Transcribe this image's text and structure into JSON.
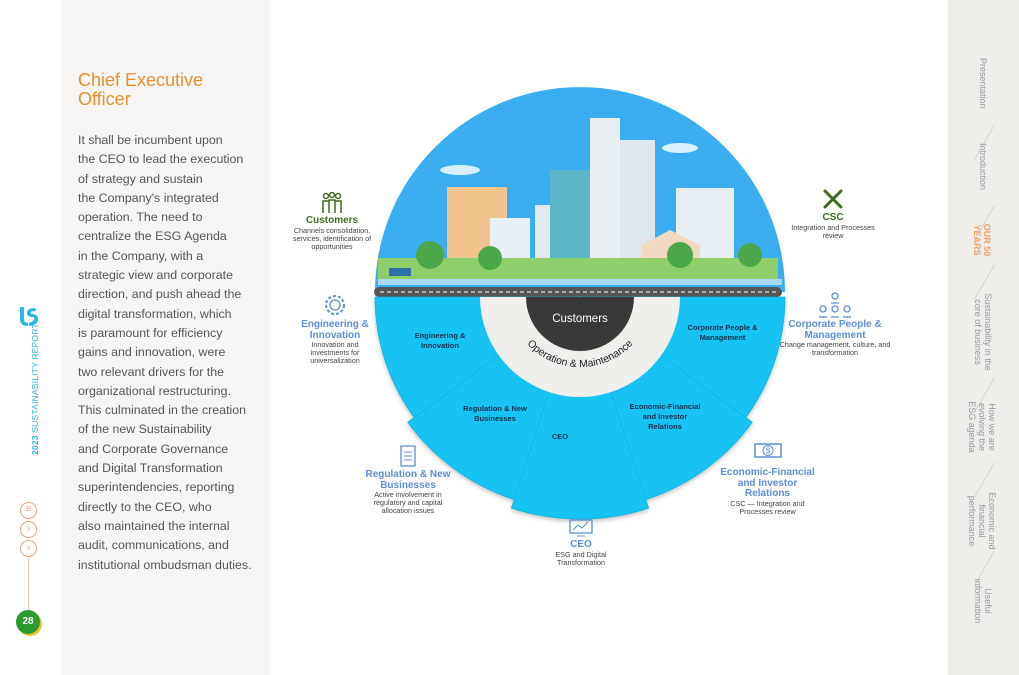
{
  "sidebar": {
    "report_year": "2023",
    "report_label": "SUSTAINABILITY REPORT",
    "page_number": "28",
    "menu_icon": "menu-icon",
    "next_icon": "chevron-right-icon",
    "prev_icon": "chevron-left-icon"
  },
  "article": {
    "title": "Chief Executive Officer",
    "body_lines": [
      "It shall be incumbent upon",
      "the CEO to lead the execution",
      "of strategy and sustain",
      "the Company's integrated",
      "operation. The need to",
      "centralize the ESG Agenda",
      "in the Company, with a",
      "strategic view and corporate",
      "direction, and push ahead the",
      "digital transformation, which",
      "is paramount for efficiency",
      "gains and innovation, were",
      "two relevant drivers for the",
      "organizational restructuring.",
      "This culminated in the creation",
      "of the new Sustainability",
      "and Corporate Governance",
      "and Digital Transformation",
      "superintendencies, reporting",
      "directly to the CEO, who",
      "also maintained the internal",
      "audit, communications, and",
      "institutional ombudsman duties."
    ]
  },
  "nav": [
    {
      "label": "Presentation"
    },
    {
      "label": "Introduction"
    },
    {
      "label": "OUR 50 YEARS",
      "active": true
    },
    {
      "label": "Sustainability in the core of business"
    },
    {
      "label": "How we are evolving the ESG agenda"
    },
    {
      "label": "Economic and financial performance"
    },
    {
      "label": "Useful information"
    }
  ],
  "wheel": {
    "center": "Customers",
    "ring": "Operation & Maintenance",
    "segments": [
      "Engineering & Innovation",
      "Regulation & New Businesses",
      "CEO",
      "Economic-Financial and Investor Relations",
      "Corporate People & Management"
    ],
    "colors": {
      "blue": "#19c3f3",
      "sky": "#3aaef0",
      "ring": "#f1efec",
      "core": "#3a3838",
      "road": "#555"
    }
  },
  "callouts": [
    {
      "title": "Customers",
      "desc": "Channels consolidation, services, identification of opportunities",
      "icon": "people-icon"
    },
    {
      "title": "CSC",
      "desc": "Integration and Processes review",
      "icon": "tools-icon"
    },
    {
      "title": "Engineering & Innovation",
      "desc": "Innovation and investments for universalization",
      "icon": "gear-icon"
    },
    {
      "title": "Corporate People & Management",
      "desc": "Change management, culture, and transformation",
      "icon": "org-chart-icon"
    },
    {
      "title": "Regulation & New Businesses",
      "desc": "Active involvement in regulatory and capital allocation issues",
      "icon": "checklist-icon"
    },
    {
      "title": "Economic-Financial and Investor Relations",
      "desc": "CSC — Integration and Processes review",
      "icon": "money-icon"
    },
    {
      "title": "CEO",
      "desc": "ESG and Digital Transformation",
      "icon": "monitor-chart-icon"
    }
  ]
}
